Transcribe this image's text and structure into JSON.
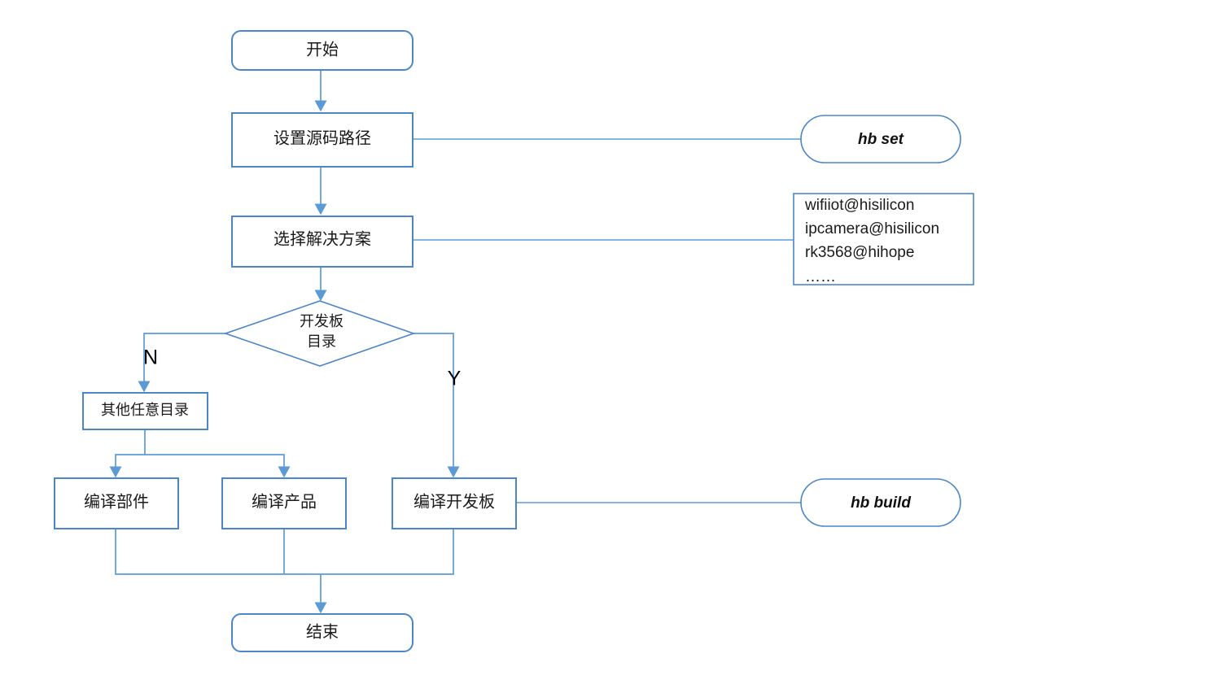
{
  "diagram": {
    "type": "flowchart",
    "title": "",
    "colors": {
      "node_border": "#4a86c8",
      "edge": "#5b9bd5",
      "node_fill": "#ffffff",
      "text": "#1a1a1a",
      "background": "#ffffff"
    },
    "nodes": {
      "start": {
        "label": "开始",
        "shape": "rounded-rectangle"
      },
      "set_source_path": {
        "label": "设置源码路径",
        "shape": "rectangle"
      },
      "select_solution": {
        "label": "选择解决方案",
        "shape": "rectangle"
      },
      "decision_board_dir": {
        "label_line1": "开发板",
        "label_line2": "目录",
        "shape": "diamond"
      },
      "other_dir": {
        "label": "其他任意目录",
        "shape": "rectangle"
      },
      "build_component": {
        "label": "编译部件",
        "shape": "rectangle"
      },
      "build_product": {
        "label": "编译产品",
        "shape": "rectangle"
      },
      "build_board": {
        "label": "编译开发板",
        "shape": "rectangle"
      },
      "end": {
        "label": "结束",
        "shape": "rounded-rectangle"
      }
    },
    "annotations": {
      "hb_set": {
        "label": "hb set",
        "shape": "stadium"
      },
      "hb_build": {
        "label": "hb build",
        "shape": "stadium"
      },
      "solution_list": {
        "shape": "text-box",
        "lines": [
          "wifiiot@hisilicon",
          "ipcamera@hisilicon",
          "rk3568@hihope",
          "……"
        ]
      }
    },
    "branch_labels": {
      "no": "N",
      "yes": "Y"
    }
  }
}
